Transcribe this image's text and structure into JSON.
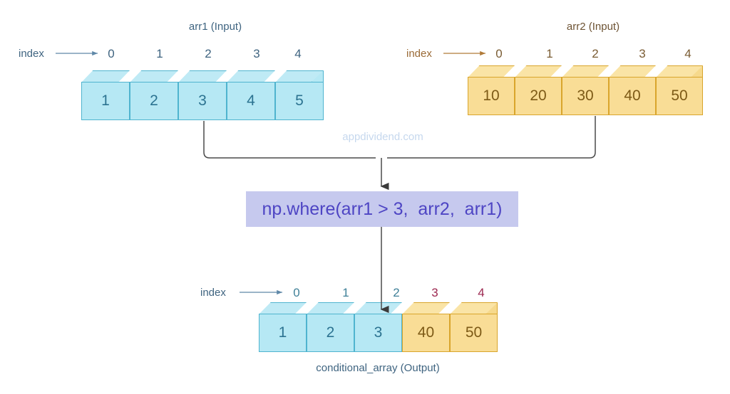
{
  "watermark": "appdividend.com",
  "arr1": {
    "title": "arr1 (Input)",
    "index_label": "index",
    "indices": [
      "0",
      "1",
      "2",
      "3",
      "4"
    ],
    "values": [
      "1",
      "2",
      "3",
      "4",
      "5"
    ],
    "color": "#b6e8f4",
    "border_color": "#4fb4cf",
    "text_color": "#2c7391"
  },
  "arr2": {
    "title": "arr2 (Input)",
    "index_label": "index",
    "indices": [
      "0",
      "1",
      "2",
      "3",
      "4"
    ],
    "values": [
      "10",
      "20",
      "30",
      "40",
      "50"
    ],
    "color": "#f9dd96",
    "border_color": "#d9a52c",
    "text_color": "#7d5a16"
  },
  "formula": {
    "expression": "np.where(arr1 > 3,  arr2,  arr1)",
    "background": "#c6c9ee",
    "text_color": "#4e45c4"
  },
  "output": {
    "caption": "conditional_array (Output)",
    "index_label": "index",
    "indices": [
      "0",
      "1",
      "2",
      "3",
      "4"
    ],
    "index_colors": [
      "#3f8098",
      "#3f8098",
      "#3f8098",
      "#9c2850",
      "#9c2850"
    ],
    "values": [
      "1",
      "2",
      "3",
      "40",
      "50"
    ],
    "sources": [
      "arr1",
      "arr1",
      "arr1",
      "arr2",
      "arr2"
    ]
  }
}
